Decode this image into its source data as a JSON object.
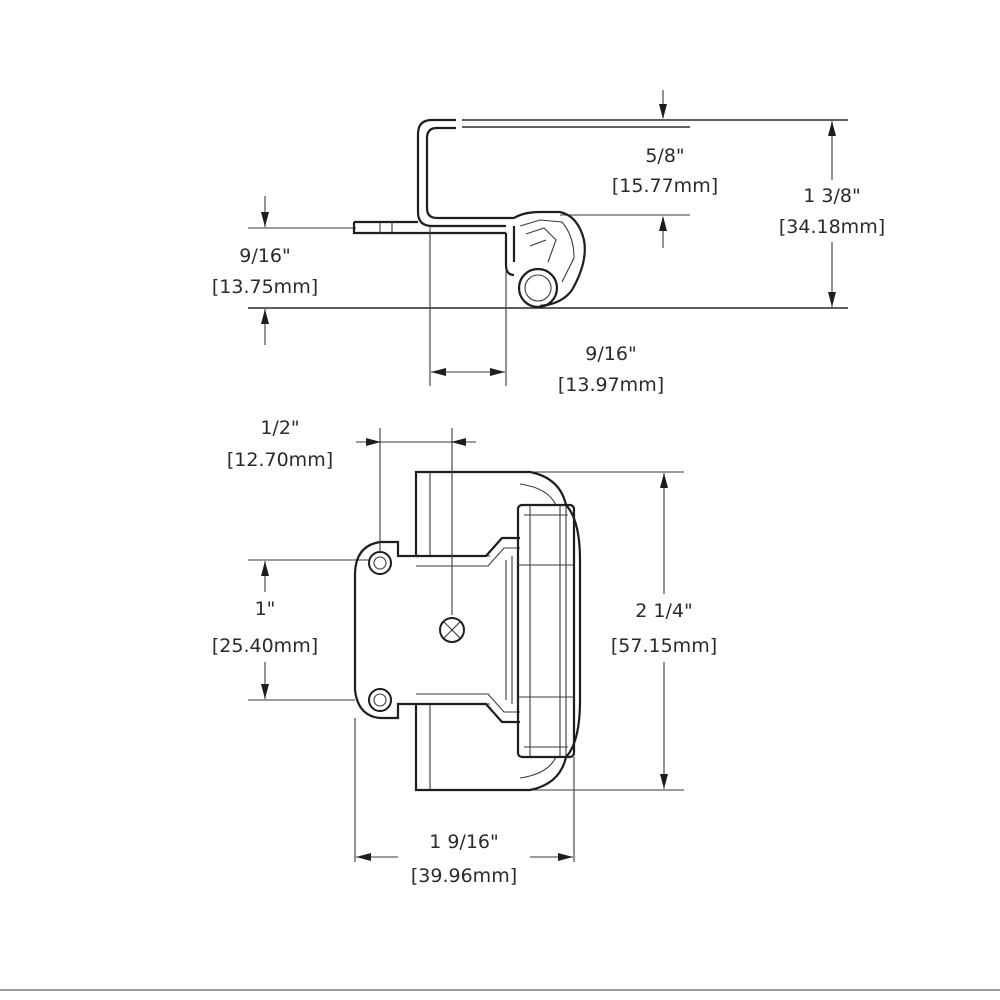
{
  "dimensions": {
    "top_flange_height": {
      "inch": "5/8\"",
      "mm": "[15.77mm]"
    },
    "total_height": {
      "inch": "1 3/8\"",
      "mm": "[34.18mm]"
    },
    "barrel_height": {
      "inch": "9/16\"",
      "mm": "[13.75mm]"
    },
    "barrel_offset": {
      "inch": "9/16\"",
      "mm": "[13.97mm]"
    },
    "hole_offset": {
      "inch": "1/2\"",
      "mm": "[12.70mm]"
    },
    "hole_spacing": {
      "inch": "1\"",
      "mm": "[25.40mm]"
    },
    "leaf_length": {
      "inch": "2 1/4\"",
      "mm": "[57.15mm]"
    },
    "overall_width": {
      "inch": "1 9/16\"",
      "mm": "[39.96mm]"
    }
  }
}
